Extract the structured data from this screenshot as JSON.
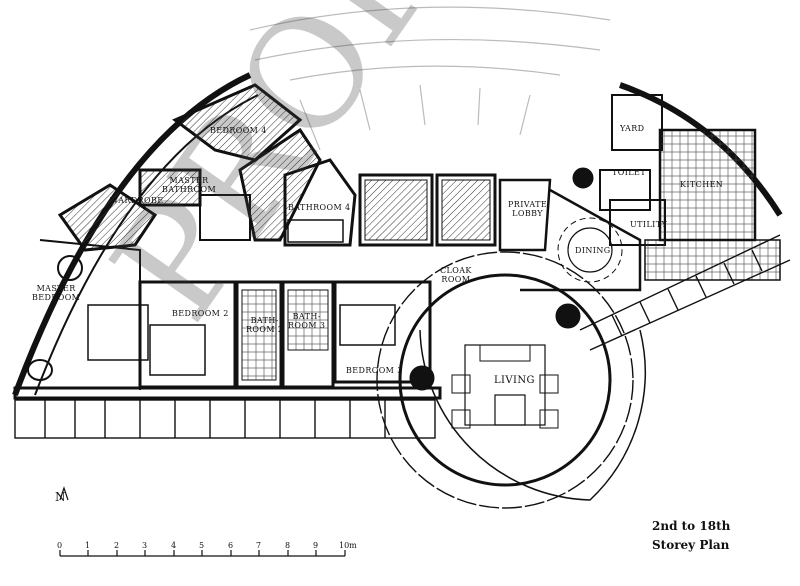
{
  "rooms": {
    "bedroom4": "BEDROOM 4",
    "master_bathroom": "MASTER\nBATHROOM",
    "wardrobe": "WARDROBE",
    "bathroom4": "BATHROOM 4",
    "private_lobby": "PRIVATE\nLOBBY",
    "yard": "YARD",
    "toilet": "TOILET",
    "kitchen": "KITCHEN",
    "utility": "UTILITY",
    "dining": "DINING",
    "master_bedroom": "MASTER\nBEDROOM",
    "cloak_room": "CLOAK\nROOM",
    "bedroom2": "BEDROOM 2",
    "bathroom2": "BATH-\nROOM 2",
    "bathroom3": "BATH-\nROOM 3",
    "bedroom3": "BEDROOM 3",
    "living": "LIVING"
  },
  "caption": "2nd to 18th\nStorey Plan",
  "scale": {
    "ticks": [
      "0",
      "1",
      "2",
      "3",
      "4",
      "5",
      "6",
      "7",
      "8",
      "9",
      "10m"
    ]
  },
  "north_label": "N",
  "watermark": "PROPERTY"
}
